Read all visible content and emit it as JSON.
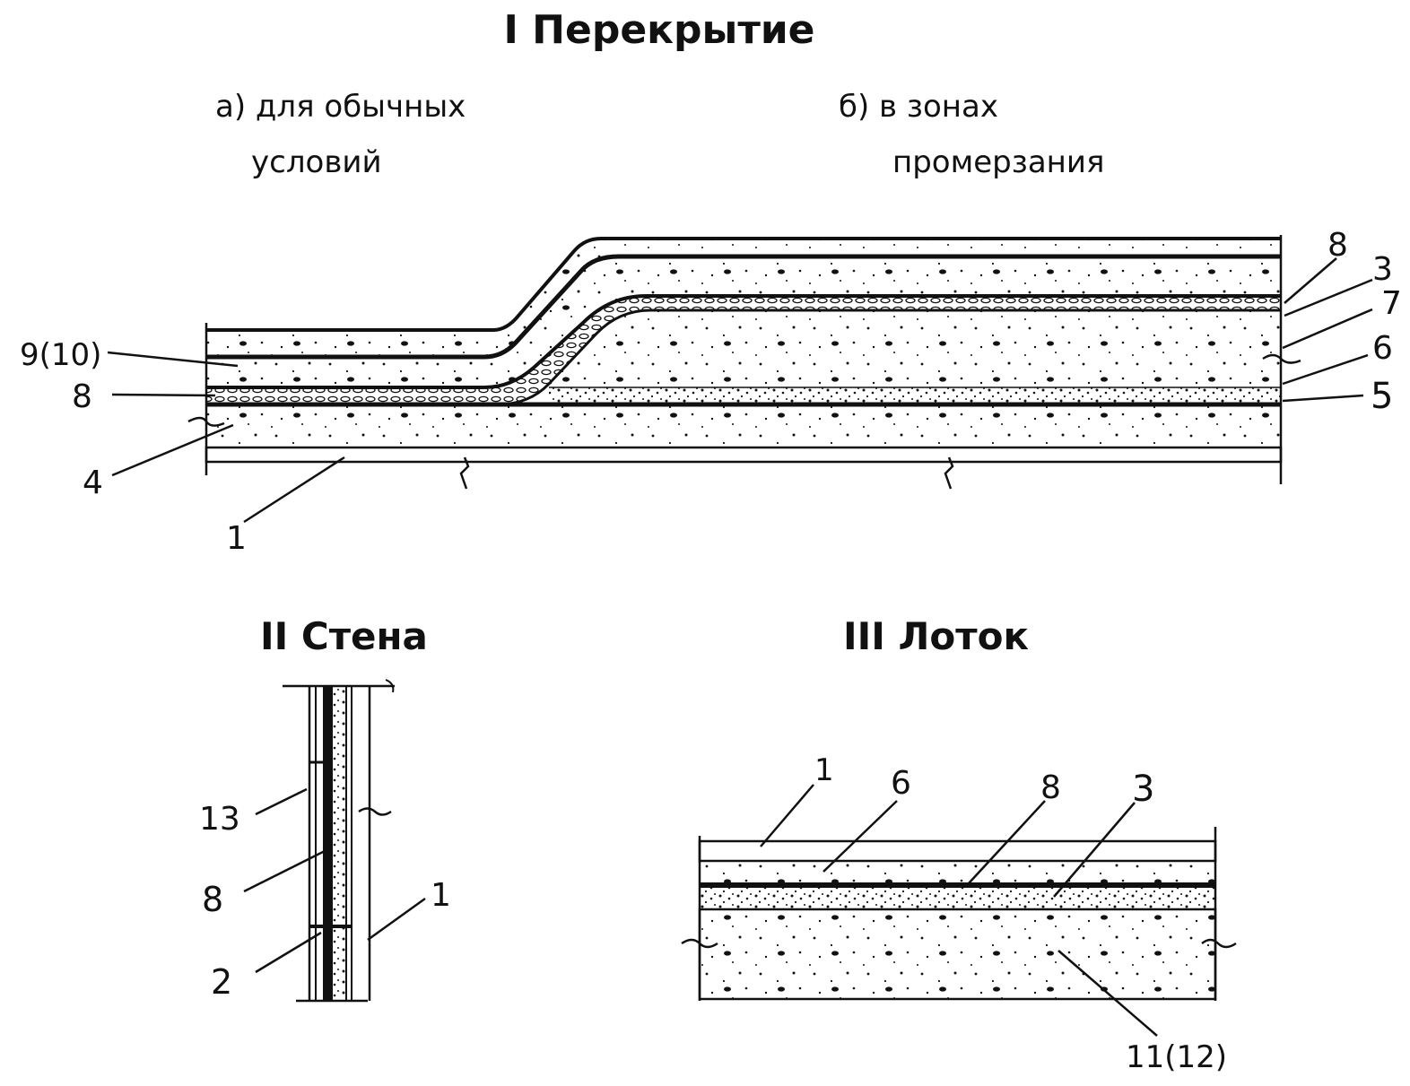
{
  "section1": {
    "title": "I Перекрытие",
    "variant_a": {
      "line1": "а) для обычных",
      "line2": "условий"
    },
    "variant_b": {
      "line1": "б) в зонах",
      "line2": "промерзания"
    },
    "callouts": {
      "left_9_10": "9(10)",
      "left_8": "8",
      "left_4": "4",
      "bottom_1": "1",
      "right_8": "8",
      "right_3": "3",
      "right_7": "7",
      "right_6": "6",
      "right_5": "5"
    }
  },
  "section2": {
    "title": "II Стена",
    "callouts": {
      "l13": "13",
      "l8": "8",
      "l2": "2",
      "l1": "1"
    }
  },
  "section3": {
    "title": "III Лоток",
    "callouts": {
      "l1": "1",
      "l6": "6",
      "l8": "8",
      "l3": "3",
      "l11_12": "11(12)"
    }
  },
  "colors": {
    "ink": "#111111",
    "paper": "#ffffff"
  }
}
